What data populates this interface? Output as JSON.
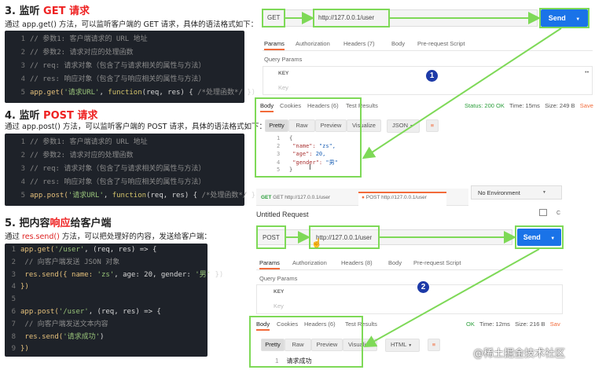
{
  "doc": {
    "s3_num": "3. ",
    "s3_title_a": "监听 ",
    "s3_title_b": "GET 请求",
    "s3_desc": "通过 app.get() 方法，可以监听客户端的 GET 请求，具体的语法格式如下：",
    "s3_code": [
      {
        "n": "1",
        "t": "// 参数1: 客户端请求的 URL 地址"
      },
      {
        "n": "2",
        "t": "// 参数2: 请求对应的处理函数"
      },
      {
        "n": "3",
        "t": "//        req: 请求对象（包含了与请求相关的属性与方法）"
      },
      {
        "n": "4",
        "t": "//        res: 响应对象（包含了与响应相关的属性与方法）"
      }
    ],
    "s3_line5": {
      "n": "5",
      "a": "app.get(",
      "b": "'请求URL'",
      ", c": "",
      "c": ", ",
      "d": "function",
      "e": "(req, res) { ",
      "f": "/*处理函数*/",
      " g": "",
      "g": " })"
    },
    "s4_num": "4. ",
    "s4_title_a": "监听 ",
    "s4_title_b": "POST 请求",
    "s4_desc": "通过 app.post() 方法，可以监听客户端的 POST 请求，具体的语法格式如下：",
    "s4_code": [
      {
        "n": "1",
        "t": "// 参数1: 客户端请求的 URL 地址"
      },
      {
        "n": "2",
        "t": "// 参数2: 请求对应的处理函数"
      },
      {
        "n": "3",
        "t": "//        req: 请求对象（包含了与请求相关的属性与方法）"
      },
      {
        "n": "4",
        "t": "//        res: 响应对象（包含了与响应相关的属性与方法）"
      }
    ],
    "s4_line5": {
      "n": "5",
      "a": "app.post(",
      "b": "'请求URL'",
      "c": ", ",
      "d": "function",
      "e": "(req, res) { ",
      "f": "/*处理函数*/",
      "g": " })"
    },
    "s5_num": "5. ",
    "s5_title_a": "把内容",
    "s5_title_b": "响应",
    "s5_title_c": "给客户端",
    "s5_desc_a": "通过 ",
    "s5_desc_b": "res.send()",
    "s5_desc_c": " 方法，可以把处理好的内容，发送给客户端：",
    "s5_code": [
      {
        "n": "1",
        "a": "app.get(",
        "b": "'/user'",
        "c": ", (req, res) => {"
      },
      {
        "n": "2",
        "a": "  ",
        "b": "",
        "c": "",
        "cm": "// 向客户端发送 JSON 对象"
      },
      {
        "n": "3",
        "a": "  res.send({ name: ",
        "b": "'zs'",
        "c": ", age: 20, gender: ",
        "d": "'男'",
        "e": " })"
      },
      {
        "n": "4",
        "a": "})"
      },
      {
        "n": "5",
        "a": ""
      },
      {
        "n": "6",
        "a": "app.post(",
        "b": "'/user'",
        "c": ", (req, res) => {"
      },
      {
        "n": "7",
        "cm": "// 向客户端发送文本内容"
      },
      {
        "n": "8",
        "a": "  res.send(",
        "b": "'请求成功'",
        "c": ")"
      },
      {
        "n": "9",
        "a": "})"
      }
    ]
  },
  "pm1": {
    "method": "GET",
    "url": "http://127.0.0.1/user",
    "send": "Send",
    "tabs": [
      "Params",
      "Authorization",
      "Headers (7)",
      "Body",
      "Pre-request Script"
    ],
    "query_params": "Query Params",
    "key_head": "KEY",
    "key_ph": "Key",
    "resp_tabs": [
      "Body",
      "Cookies",
      "Headers (6)",
      "Test Results"
    ],
    "status": "Status: 200 OK",
    "time": "Time: 15ms",
    "size": "Size: 249 B",
    "save": "Save",
    "view_btns": [
      "Pretty",
      "Raw",
      "Preview",
      "Visualize"
    ],
    "fmt": "JSON",
    "json_lines": [
      {
        "n": "1",
        "t": "{"
      },
      {
        "n": "2",
        "k": "\"name\"",
        "v": "\"zs\","
      },
      {
        "n": "3",
        "k": "\"age\"",
        "v": "20,"
      },
      {
        "n": "4",
        "k": "\"gender\"",
        "v": "\"男\""
      },
      {
        "n": "5",
        "t": "}"
      }
    ],
    "marker": "1"
  },
  "pm2": {
    "tab_get": "GET  http://127.0.0.1/user",
    "tab_post": "POST  http://127.0.0.1/user",
    "env": "No Environment",
    "title": "Untitled Request",
    "method": "POST",
    "url": "http://127.0.0.1/user",
    "send": "Send",
    "tabs": [
      "Params",
      "Authorization",
      "Headers (8)",
      "Body",
      "Pre-request Script"
    ],
    "query_params": "Query Params",
    "key_head": "KEY",
    "key_ph": "Key",
    "resp_tabs": [
      "Body",
      "Cookies",
      "Headers (6)",
      "Test Results"
    ],
    "status": "OK",
    "time": "Time: 12ms",
    "size": "Size: 216 B",
    "save": "Sav",
    "view_btns": [
      "Pretty",
      "Raw",
      "Preview",
      "Visualize"
    ],
    "fmt": "HTML",
    "resp_line": {
      "n": "1",
      "t": "请求成功"
    },
    "marker": "2"
  },
  "watermark": "@稀土掘金技术社区"
}
